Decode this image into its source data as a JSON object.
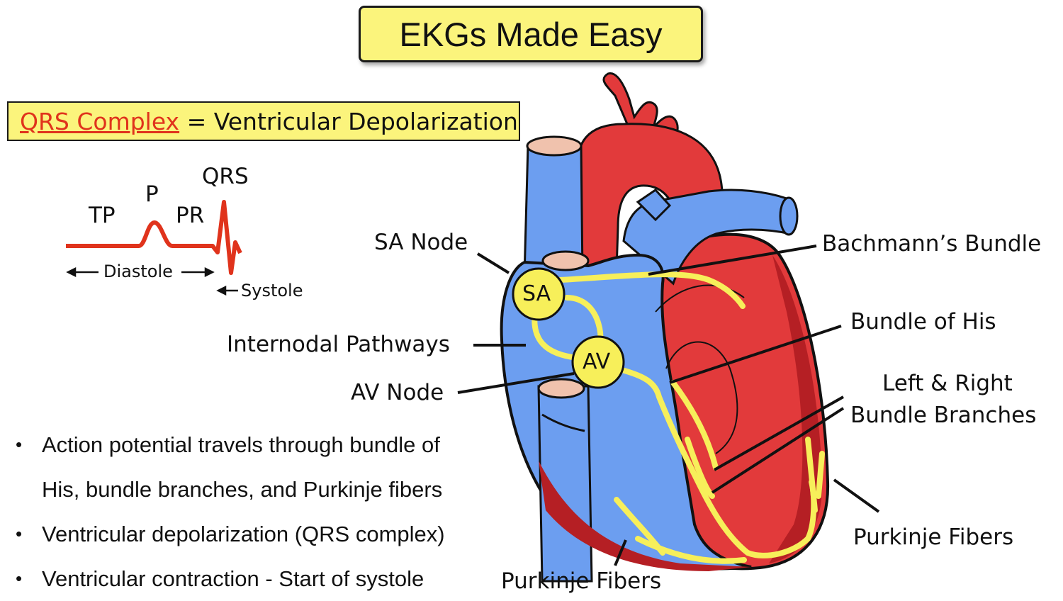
{
  "title": "EKGs Made Easy",
  "definition": {
    "term": "QRS Complex",
    "separator": " = ",
    "meaning": "Ventricular Depolarization"
  },
  "ekg": {
    "tp": "TP",
    "p": "P",
    "pr": "PR",
    "qrs": "QRS",
    "diastole": "Diastole",
    "systole": "Systole"
  },
  "heart": {
    "sa_node_label": "SA Node",
    "sa_circle": "SA",
    "av_circle": "AV",
    "internodal": "Internodal Pathways",
    "av_node_label": "AV Node",
    "bachmann": "Bachmann’s Bundle",
    "bundle_his": "Bundle of His",
    "bundle_branches_line1": "Left & Right",
    "bundle_branches_line2": "Bundle Branches",
    "purkinje_right": "Purkinje Fibers",
    "purkinje_bottom": "Purkinje Fibers"
  },
  "bullets": [
    {
      "line1": "Action potential travels through bundle of",
      "line2": "His, bundle branches, and Purkinje fibers"
    },
    {
      "line1": "Ventricular depolarization (QRS complex)"
    },
    {
      "line1": "Ventricular contraction - Start of systole"
    }
  ],
  "colors": {
    "title_bg": "#fbf47c",
    "ekg_trace": "#e0331c",
    "heart_red": "#e23a3b",
    "heart_dark_red": "#b51f24",
    "heart_blue": "#6c9ef0",
    "conduction_yellow": "#f7ef5a"
  }
}
